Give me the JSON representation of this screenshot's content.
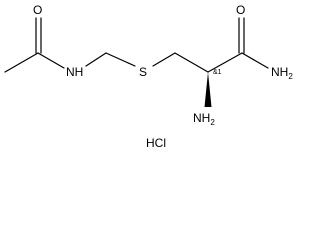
{
  "structure": {
    "atoms": {
      "O_acetyl": "O",
      "NH_amide": "NH",
      "S": "S",
      "O_carbonyl": "O",
      "NH2_amide": "NH",
      "NH2_amide_sub": "2",
      "NH2_amine": "NH",
      "NH2_amine_sub": "2"
    },
    "stereo_label": "&1",
    "salt": "HCl"
  },
  "colors": {
    "ink": "#000000",
    "background": "#ffffff"
  }
}
